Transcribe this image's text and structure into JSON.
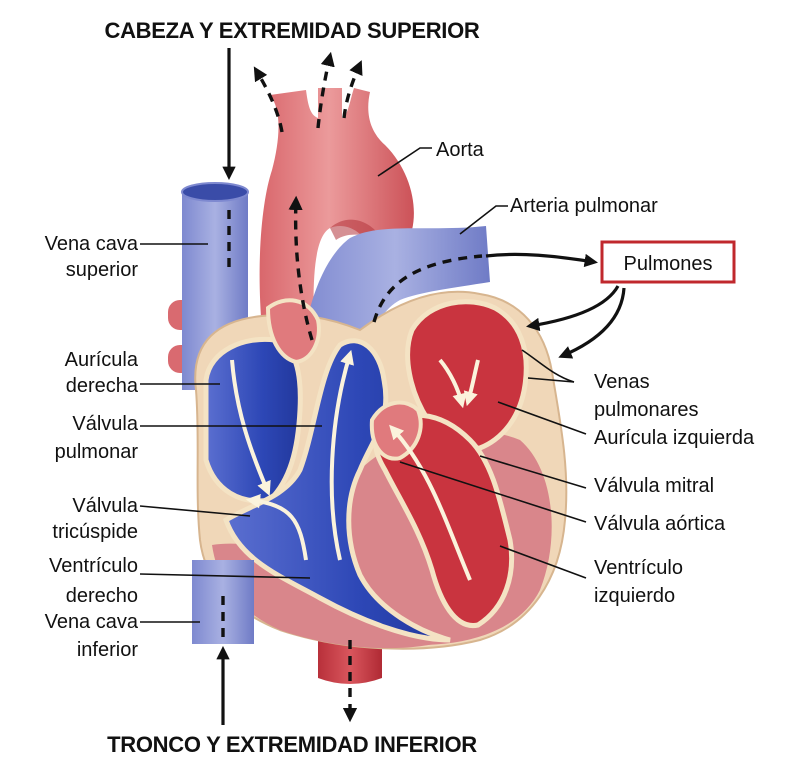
{
  "header_top": "CABEZA Y EXTREMIDAD SUPERIOR",
  "header_bottom": "TRONCO Y EXTREMIDAD INFERIOR",
  "labels": {
    "aorta": "Aorta",
    "arteria_pulmonar": "Arteria pulmonar",
    "pulmones": "Pulmones",
    "vena_cava_superior": [
      "Vena cava",
      "superior"
    ],
    "auricula_derecha": [
      "Aurícula",
      "derecha"
    ],
    "valvula_pulmonar": [
      "Válvula",
      "pulmonar"
    ],
    "valvula_tricuspide": [
      "Válvula",
      "tricúspide"
    ],
    "ventriculo_derecho": [
      "Ventrículo",
      "derecho"
    ],
    "vena_cava_inferior": [
      "Vena cava",
      "inferior"
    ],
    "venas_pulmonares": [
      "Venas",
      "pulmonares"
    ],
    "auricula_izquierda": "Aurícula izquierda",
    "valvula_mitral": "Válvula mitral",
    "valvula_aortica": "Válvula aórtica",
    "ventriculo_izquierdo": [
      "Ventrículo",
      "izquierdo"
    ]
  },
  "colors": {
    "oxygenated": "#c9343f",
    "oxygenated_light": "#e07a7d",
    "deoxygenated": "#2e48b8",
    "deoxygenated_light": "#8f98d6",
    "tissue": "#f0d7b8",
    "muscle": "#d9868b",
    "highlight_border": "#c0282d"
  }
}
